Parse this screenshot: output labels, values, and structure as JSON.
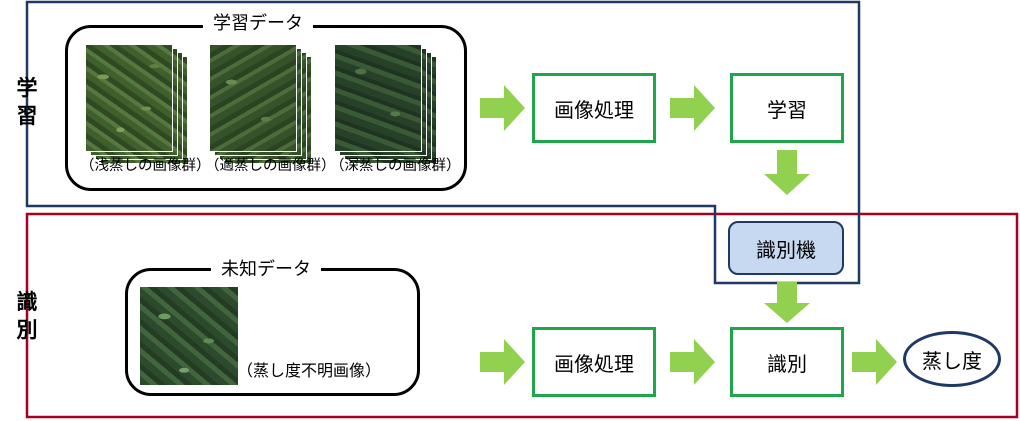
{
  "learning_section": {
    "label": "学習",
    "panel_title": "学習データ",
    "image_groups": [
      {
        "caption": "（浅蒸しの画像群）"
      },
      {
        "caption": "（適蒸しの画像群）"
      },
      {
        "caption": "（深蒸しの画像群）"
      }
    ],
    "process_box": "画像処理",
    "learning_box": "学習",
    "colors": {
      "frame": "#1f3864",
      "box_border": "#1fa54a",
      "arrow": "#92d050"
    }
  },
  "classifier": {
    "label": "識別機",
    "colors": {
      "fill": "#c6d9f1",
      "border": "#1f3864"
    }
  },
  "identification_section": {
    "label": "識別",
    "panel_title": "未知データ",
    "image_caption": "（蒸し度不明画像）",
    "process_box": "画像処理",
    "identify_box": "識別",
    "result": "蒸し度",
    "colors": {
      "frame": "#a50021",
      "result_border": "#1f3864"
    }
  }
}
